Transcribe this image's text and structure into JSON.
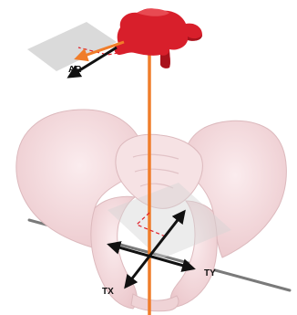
{
  "labels": {
    "ar": "AR",
    "ty": "TY",
    "tx": "TX"
  },
  "colors": {
    "vertebra": "#d81f2b",
    "vertebra_shadow": "#a8121c",
    "pelvis": "#f3dadd",
    "pelvis_edge": "#dcb9bd",
    "rod": "#f07d2a",
    "plane": "#d4d4d4",
    "arrow": "#111111",
    "dash": "#e0202a",
    "pin": "#7a7a7a"
  },
  "icons": [
    "vertebra",
    "pelvis",
    "rotation-plane",
    "translation-plane",
    "axis-arrows"
  ]
}
